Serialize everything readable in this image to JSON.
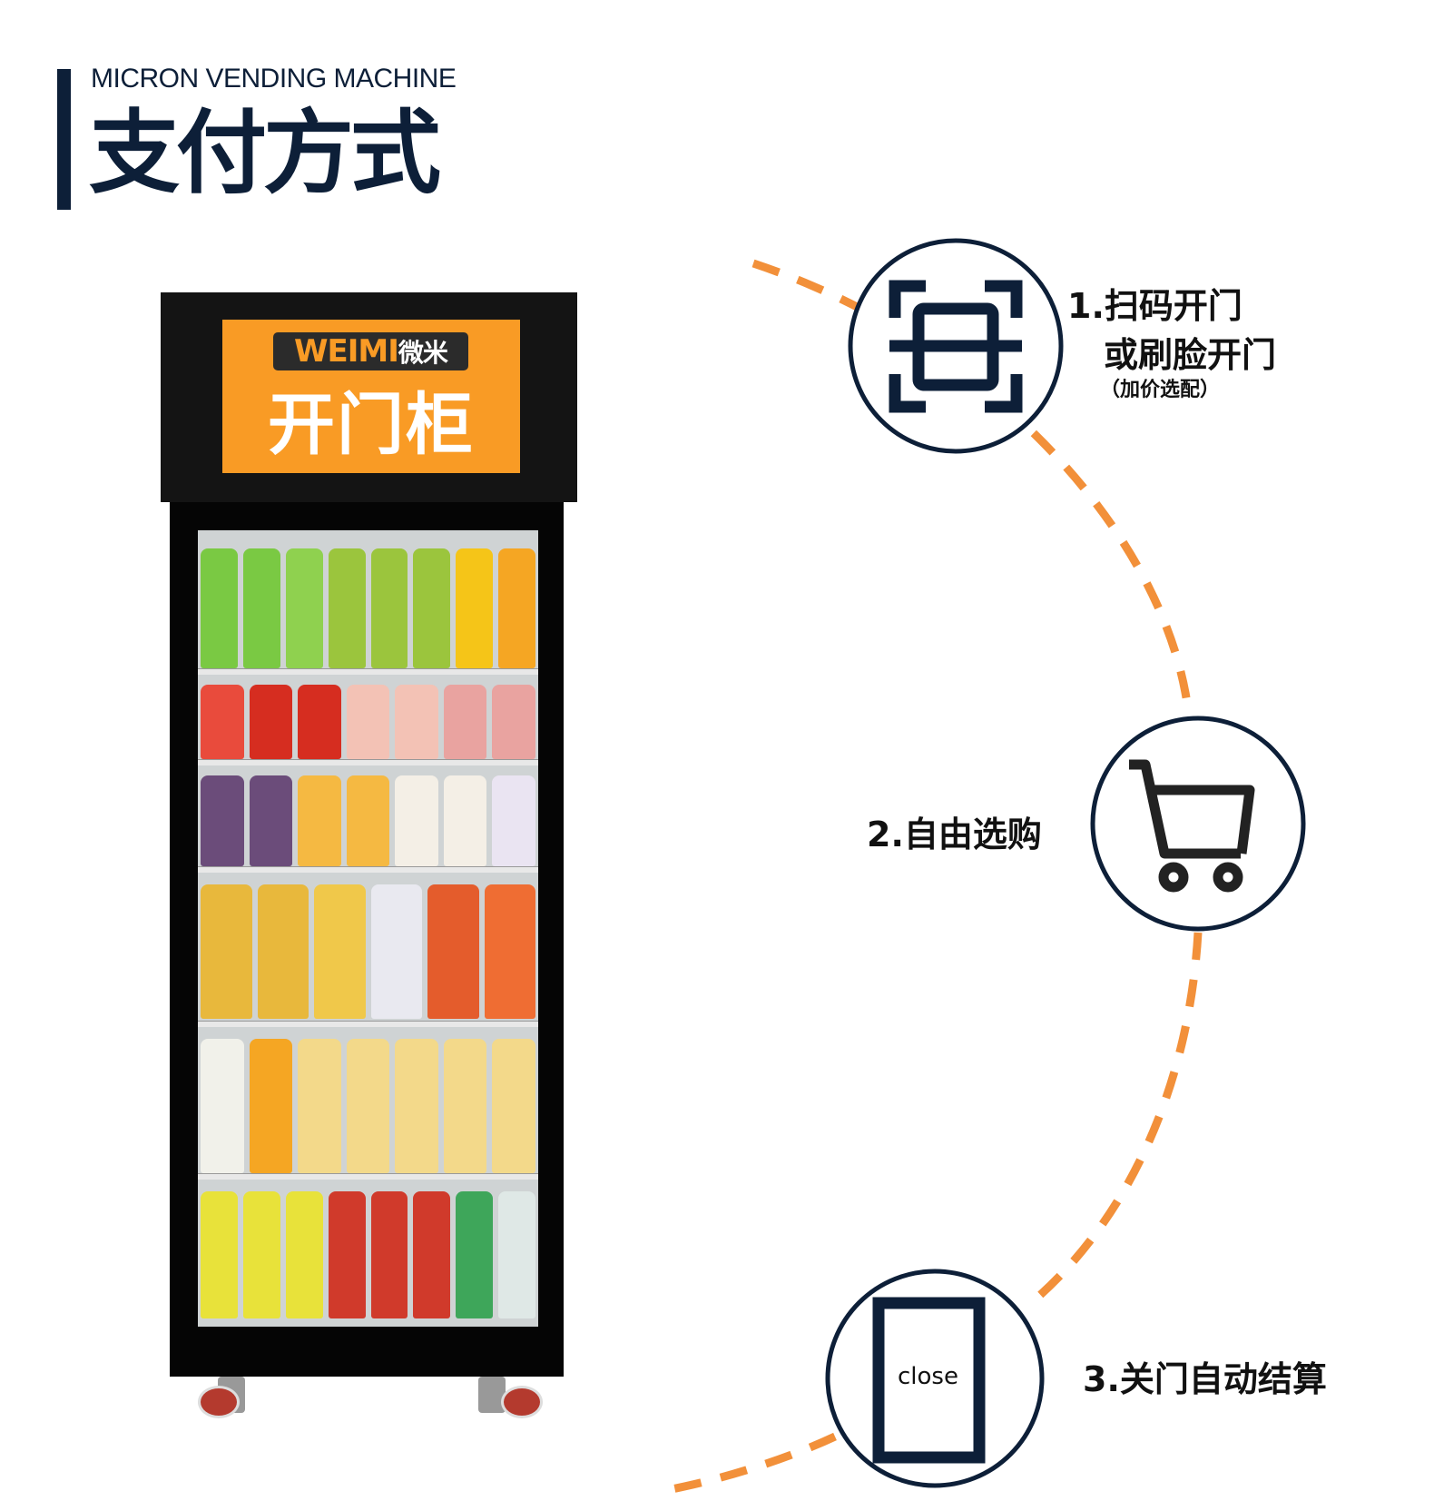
{
  "header": {
    "subtitle": "MICRON VENDING MACHINE",
    "title": "支付方式"
  },
  "cabinet": {
    "logo_latin": "WEIMI",
    "logo_cn": "微米",
    "name": "开门柜"
  },
  "steps": [
    {
      "line1": "1.扫码开门",
      "line2": "或刷脸开门",
      "note": "（加价选配）",
      "icon": "scan-icon"
    },
    {
      "line1": "2.自由选购",
      "icon": "shopping-cart-icon"
    },
    {
      "line1": "3.关门自动结算",
      "icon": "door-close-icon",
      "icon_label": "close"
    }
  ],
  "colors": {
    "navy": "#0d1f38",
    "orange": "#f99b25",
    "dash": "#f2903a"
  }
}
